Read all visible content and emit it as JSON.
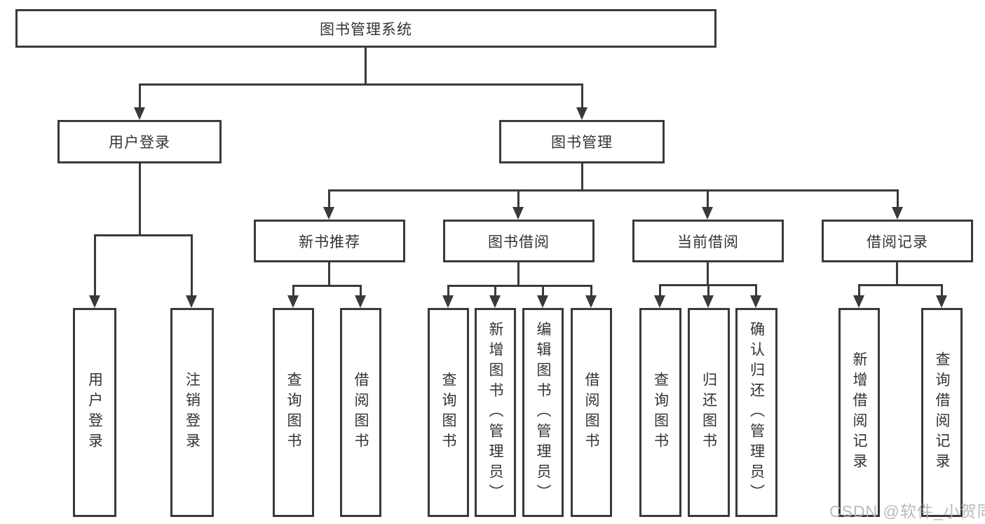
{
  "watermark": "CSDN @软件_小贺同学",
  "colors": {
    "line": "#3a3a3a",
    "text": "#333333",
    "watermark_text": "#b3b3b3",
    "background": "#ffffff"
  },
  "nodes": {
    "root": {
      "label": "图书管理系统"
    },
    "level2": [
      {
        "label": "用户登录",
        "parent": "图书管理系统"
      },
      {
        "label": "图书管理",
        "parent": "图书管理系统"
      }
    ],
    "level3": [
      {
        "label": "新书推荐",
        "parent": "图书管理"
      },
      {
        "label": "图书借阅",
        "parent": "图书管理"
      },
      {
        "label": "当前借阅",
        "parent": "图书管理"
      },
      {
        "label": "借阅记录",
        "parent": "图书管理"
      }
    ],
    "leaves": [
      {
        "label": "用户登录",
        "parent": "用户登录"
      },
      {
        "label": "注销登录",
        "parent": "用户登录"
      },
      {
        "label": "查询图书",
        "parent": "新书推荐"
      },
      {
        "label": "借阅图书",
        "parent": "新书推荐"
      },
      {
        "label": "查询图书",
        "parent": "图书借阅"
      },
      {
        "label": "新增图书（管理员）",
        "parent": "图书借阅"
      },
      {
        "label": "编辑图书（管理员）",
        "parent": "图书借阅"
      },
      {
        "label": "借阅图书",
        "parent": "图书借阅"
      },
      {
        "label": "查询图书",
        "parent": "当前借阅"
      },
      {
        "label": "归还图书",
        "parent": "当前借阅"
      },
      {
        "label": "确认归还（管理员）",
        "parent": "当前借阅"
      },
      {
        "label": "新增借阅记录",
        "parent": "借阅记录"
      },
      {
        "label": "查询借阅记录",
        "parent": "借阅记录"
      }
    ]
  }
}
